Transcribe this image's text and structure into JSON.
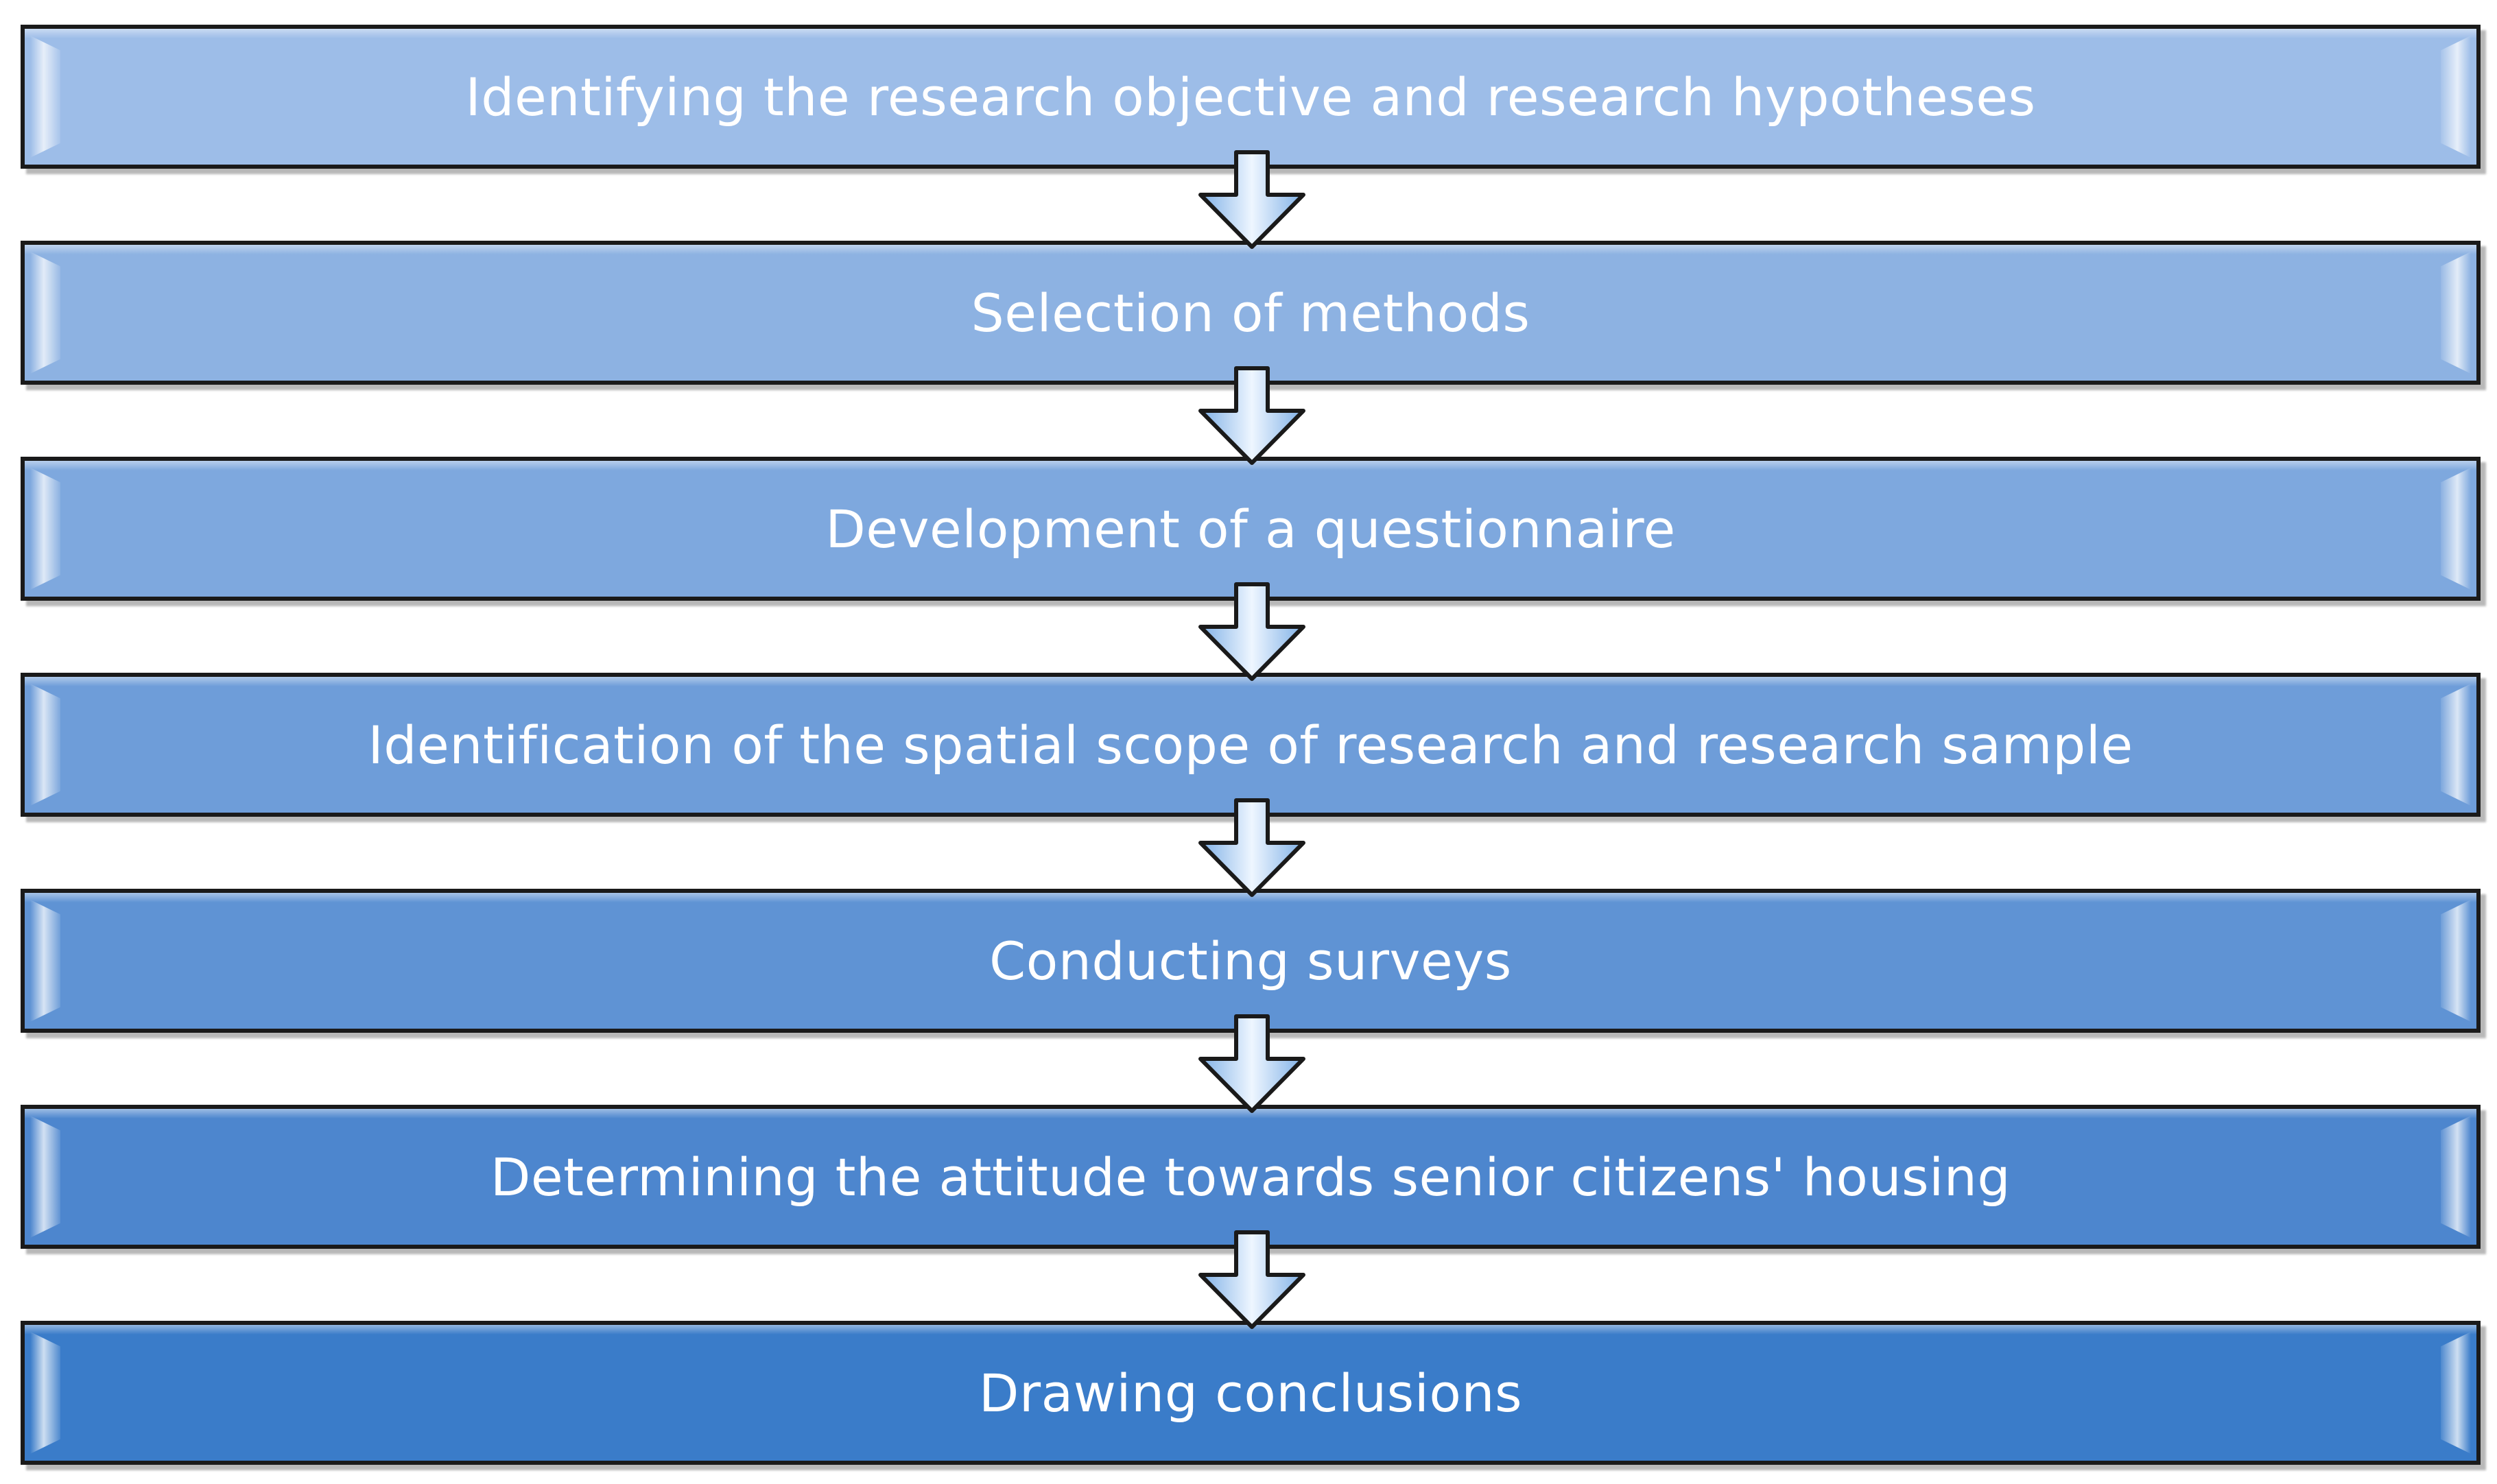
{
  "diagram": {
    "steps": [
      {
        "label": "Identifying the research objective and research hypotheses",
        "color": "#9dbde8"
      },
      {
        "label": "Selection of methods",
        "color": "#8db2e2"
      },
      {
        "label": "Development of a questionnaire",
        "color": "#7ea8de"
      },
      {
        "label": "Identification of the spatial scope of research and research sample",
        "color": "#6e9dd9"
      },
      {
        "label": "Conducting surveys",
        "color": "#5f93d4"
      },
      {
        "label": "Determining the attitude towards senior citizens' housing",
        "color": "#4d86ce"
      },
      {
        "label": "Drawing conclusions",
        "color": "#3a7cc9"
      }
    ],
    "arrow_color": "#aecff3",
    "border_color": "#1a1a1a"
  }
}
